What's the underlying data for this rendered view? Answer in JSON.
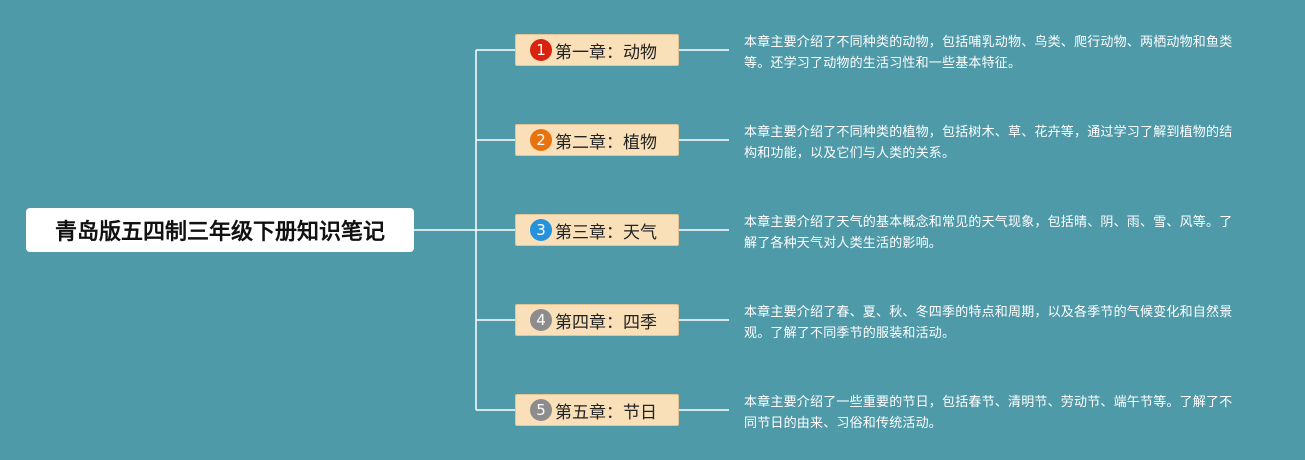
{
  "root": {
    "title": "青岛版五四制三年级下册知识笔记"
  },
  "chapters": [
    {
      "number": "1",
      "title": "第一章：动物",
      "badge_color": "#d9230f",
      "description": "本章主要介绍了不同种类的动物，包括哺乳动物、鸟类、爬行动物、两栖动物和鱼类等。还学习了动物的生活习性和一些基本特征。"
    },
    {
      "number": "2",
      "title": "第二章：植物",
      "badge_color": "#e8720c",
      "description": "本章主要介绍了不同种类的植物，包括树木、草、花卉等，通过学习了解到植物的结构和功能，以及它们与人类的关系。"
    },
    {
      "number": "3",
      "title": "第三章：天气",
      "badge_color": "#2492dc",
      "description": "本章主要介绍了天气的基本概念和常见的天气现象，包括晴、阴、雨、雪、风等。了解了各种天气对人类生活的影响。"
    },
    {
      "number": "4",
      "title": "第四章：四季",
      "badge_color": "#8c8c8c",
      "description": "本章主要介绍了春、夏、秋、冬四季的特点和周期，以及各季节的气候变化和自然景观。了解了不同季节的服装和活动。"
    },
    {
      "number": "5",
      "title": "第五章：节日",
      "badge_color": "#8c8c8c",
      "description": "本章主要介绍了一些重要的节日，包括春节、清明节、劳动节、端午节等。了解了不同节日的由来、习俗和传统活动。"
    }
  ],
  "colors": {
    "background": "#4f9aa9",
    "connector": "#ffffff",
    "chapter_fill": "#f9e0b9"
  }
}
